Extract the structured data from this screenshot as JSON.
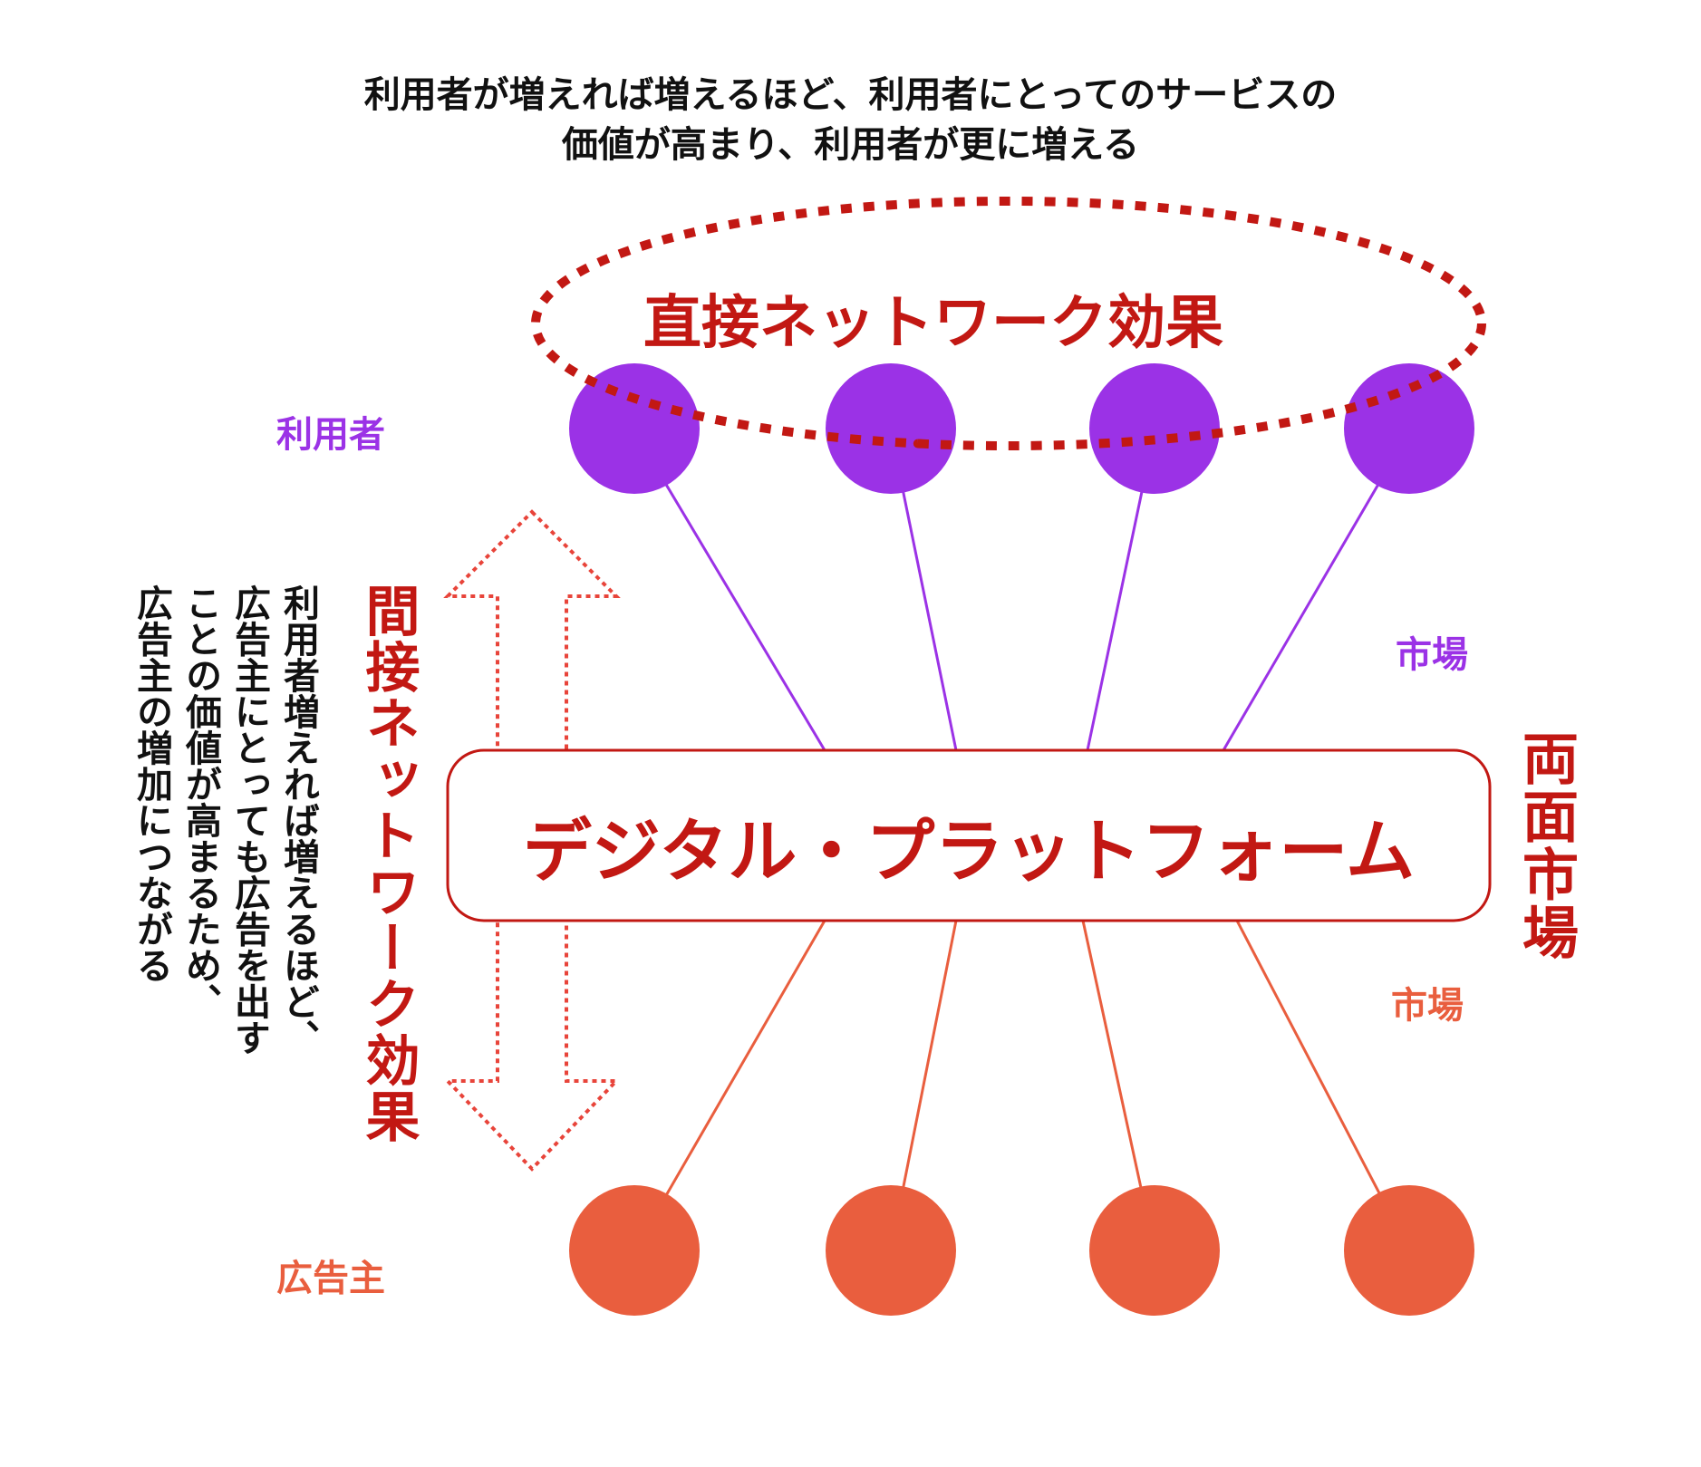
{
  "top_description": {
    "line1": "利用者が増えれば増えるほど、利用者にとってのサービスの",
    "line2": "価値が高まり、利用者が更に増える"
  },
  "direct_effect_label": "直接ネットワーク効果",
  "platform_label": "デジタル・プラットフォーム",
  "users_label": "利用者",
  "advertisers_label": "広告主",
  "user_market_label": "市場",
  "advertiser_market_label": "市場",
  "two_sided_market_label": "両面市場",
  "indirect_effect_label": "間接ネットワーク効果",
  "indirect_explanation": {
    "line1": "利用者増えれば増えるほど、",
    "line2": "広告主にとっても広告を出す",
    "line3": "ことの価値が高まるため、",
    "line4": "広告主の増加につながる"
  },
  "colors": {
    "user": "#9b32e6",
    "advertiser": "#e95e3e",
    "accent_red": "#c21813"
  }
}
